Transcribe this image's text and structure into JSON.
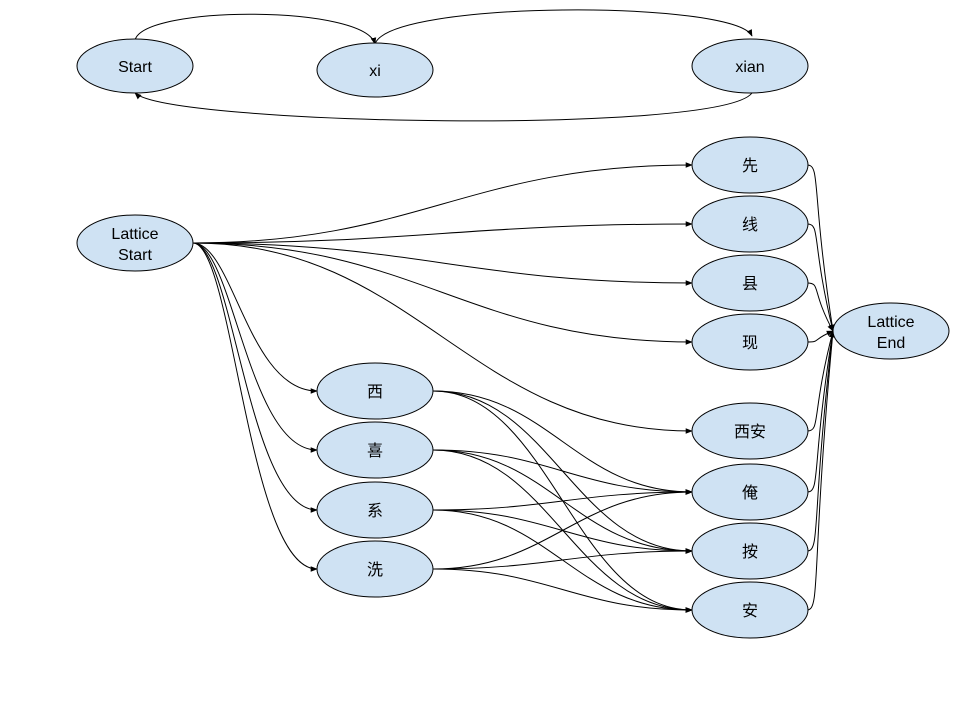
{
  "colors": {
    "node_fill": "#cfe2f3",
    "node_stroke": "#000000",
    "edge": "#000000",
    "background": "#ffffff"
  },
  "top_graph": {
    "nodes": [
      {
        "id": "start",
        "lines": [
          "Start"
        ]
      },
      {
        "id": "xi",
        "lines": [
          "xi"
        ]
      },
      {
        "id": "xian",
        "lines": [
          "xian"
        ]
      }
    ],
    "edges": [
      {
        "from": "start",
        "to": "xi"
      },
      {
        "from": "xi",
        "to": "xian"
      },
      {
        "from": "xian",
        "to": "start"
      }
    ]
  },
  "lattice": {
    "nodes": [
      {
        "id": "lattice-start",
        "lines": [
          "Lattice",
          "Start"
        ]
      },
      {
        "id": "xian1",
        "lines": [
          "先"
        ]
      },
      {
        "id": "xian2",
        "lines": [
          "线"
        ]
      },
      {
        "id": "xian3",
        "lines": [
          "县"
        ]
      },
      {
        "id": "xian4",
        "lines": [
          "现"
        ]
      },
      {
        "id": "xian-city",
        "lines": [
          "西安"
        ]
      },
      {
        "id": "an1",
        "lines": [
          "俺"
        ]
      },
      {
        "id": "an2",
        "lines": [
          "按"
        ]
      },
      {
        "id": "an3",
        "lines": [
          "安"
        ]
      },
      {
        "id": "xi1",
        "lines": [
          "西"
        ]
      },
      {
        "id": "xi2",
        "lines": [
          "喜"
        ]
      },
      {
        "id": "xi3",
        "lines": [
          "系"
        ]
      },
      {
        "id": "xi4",
        "lines": [
          "洗"
        ]
      },
      {
        "id": "lattice-end",
        "lines": [
          "Lattice",
          "End"
        ]
      }
    ],
    "edges": [
      {
        "from": "lattice-start",
        "to": "xian1"
      },
      {
        "from": "lattice-start",
        "to": "xian2"
      },
      {
        "from": "lattice-start",
        "to": "xian3"
      },
      {
        "from": "lattice-start",
        "to": "xian4"
      },
      {
        "from": "lattice-start",
        "to": "xian-city"
      },
      {
        "from": "lattice-start",
        "to": "xi1"
      },
      {
        "from": "lattice-start",
        "to": "xi2"
      },
      {
        "from": "lattice-start",
        "to": "xi3"
      },
      {
        "from": "lattice-start",
        "to": "xi4"
      },
      {
        "from": "xi1",
        "to": "an1"
      },
      {
        "from": "xi1",
        "to": "an2"
      },
      {
        "from": "xi1",
        "to": "an3"
      },
      {
        "from": "xi2",
        "to": "an1"
      },
      {
        "from": "xi2",
        "to": "an2"
      },
      {
        "from": "xi2",
        "to": "an3"
      },
      {
        "from": "xi3",
        "to": "an1"
      },
      {
        "from": "xi3",
        "to": "an2"
      },
      {
        "from": "xi3",
        "to": "an3"
      },
      {
        "from": "xi4",
        "to": "an1"
      },
      {
        "from": "xi4",
        "to": "an2"
      },
      {
        "from": "xi4",
        "to": "an3"
      },
      {
        "from": "xian1",
        "to": "lattice-end"
      },
      {
        "from": "xian2",
        "to": "lattice-end"
      },
      {
        "from": "xian3",
        "to": "lattice-end"
      },
      {
        "from": "xian4",
        "to": "lattice-end"
      },
      {
        "from": "xian-city",
        "to": "lattice-end"
      },
      {
        "from": "an1",
        "to": "lattice-end"
      },
      {
        "from": "an2",
        "to": "lattice-end"
      },
      {
        "from": "an3",
        "to": "lattice-end"
      }
    ]
  }
}
